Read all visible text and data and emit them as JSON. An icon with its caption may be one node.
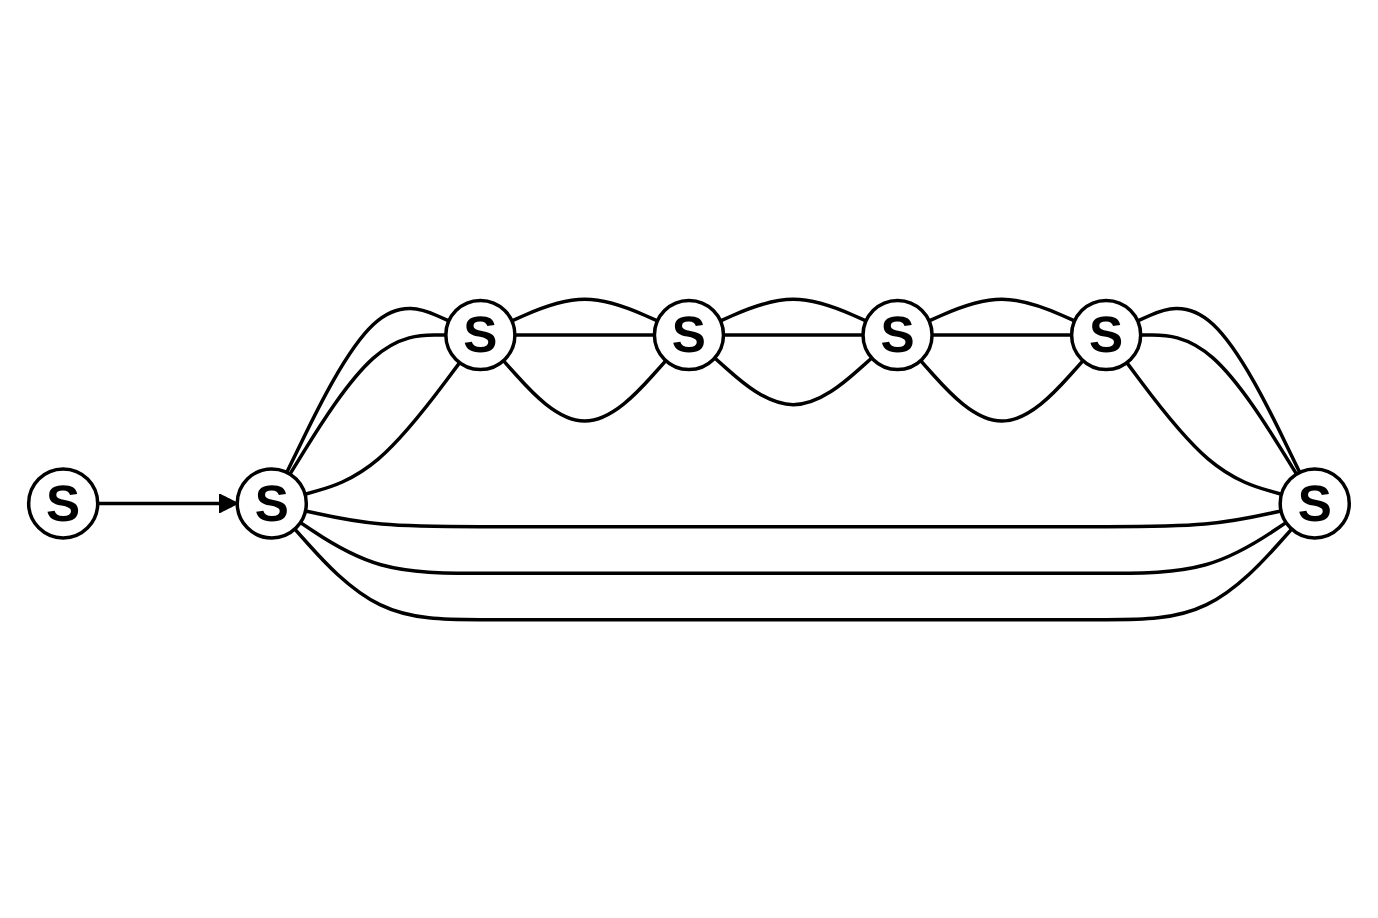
{
  "diagram": {
    "nodes": [
      {
        "text": [
          "S"
        ]
      },
      {
        "text": [
          "S"
        ]
      },
      {
        "text": [
          "S"
        ]
      },
      {
        "text": [
          "S"
        ]
      },
      {
        "text": [
          "S"
        ]
      },
      {
        "text": [
          "S"
        ]
      },
      {
        "text": [
          "S"
        ]
      }
    ],
    "edges": [
      {
        "from": 0,
        "to": 3,
        "arrow": "to"
      },
      {
        "from": 1,
        "to": 2,
        "arrow": "none"
      },
      {
        "from": 1,
        "to": 2,
        "arrow": "none"
      },
      {
        "from": 1,
        "to": 2,
        "arrow": "none"
      },
      {
        "from": 2,
        "to": 4,
        "arrow": "none"
      },
      {
        "from": 2,
        "to": 4,
        "arrow": "none"
      },
      {
        "from": 2,
        "to": 4,
        "arrow": "none"
      },
      {
        "from": 4,
        "to": 6,
        "arrow": "none"
      },
      {
        "from": 4,
        "to": 6,
        "arrow": "none"
      },
      {
        "from": 4,
        "to": 6,
        "arrow": "none"
      },
      {
        "from": 6,
        "to": 5,
        "arrow": "none"
      },
      {
        "from": 6,
        "to": 5,
        "arrow": "none"
      },
      {
        "from": 6,
        "to": 5,
        "arrow": "none"
      },
      {
        "from": 5,
        "to": 3,
        "arrow": "none"
      },
      {
        "from": 5,
        "to": 3,
        "arrow": "none"
      },
      {
        "from": 5,
        "to": 3,
        "arrow": "none"
      },
      {
        "from": 3,
        "to": 1,
        "arrow": "none"
      },
      {
        "from": 3,
        "to": 1,
        "arrow": "none"
      },
      {
        "from": 3,
        "to": 1,
        "arrow": "none"
      }
    ]
  }
}
